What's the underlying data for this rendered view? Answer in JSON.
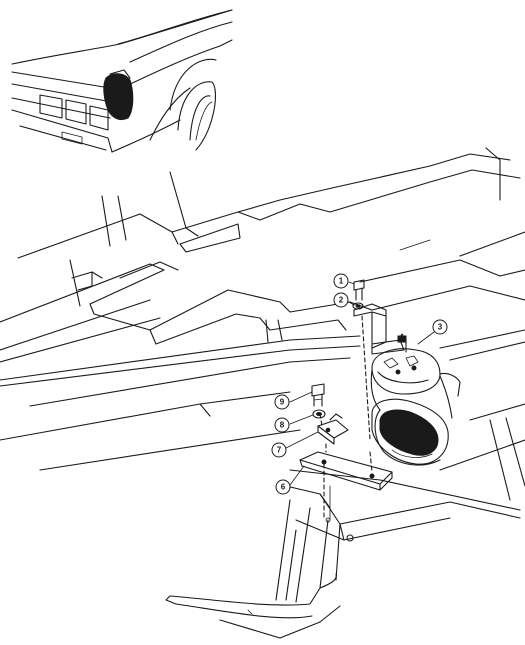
{
  "callouts": [
    {
      "id": "1",
      "label": "1",
      "part": "bolt"
    },
    {
      "id": "2",
      "label": "2",
      "part": "washer"
    },
    {
      "id": "3",
      "label": "3",
      "part": "horn"
    },
    {
      "id": "6",
      "label": "6",
      "part": "mounting-plate"
    },
    {
      "id": "7",
      "label": "7",
      "part": "clip-bracket"
    },
    {
      "id": "8",
      "label": "8",
      "part": "nut"
    },
    {
      "id": "9",
      "label": "9",
      "part": "screw"
    }
  ],
  "colors": {
    "line": "#1a1a1a",
    "background": "#ffffff"
  }
}
